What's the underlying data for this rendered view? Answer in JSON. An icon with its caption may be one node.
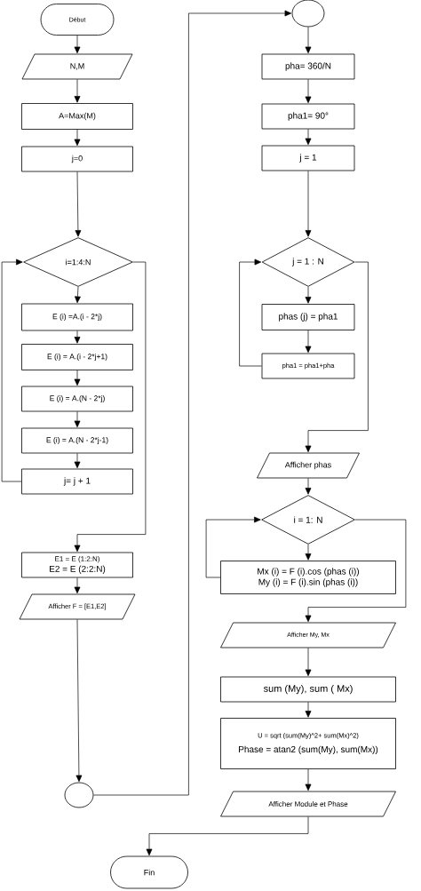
{
  "diagram": {
    "nodes": [
      {
        "text": [
          "Début"
        ]
      },
      {
        "text": [
          "N,M"
        ]
      },
      {
        "text": [
          "A=Max(M)"
        ]
      },
      {
        "text": [
          "j=0"
        ]
      },
      {
        "text": [
          "i=1:4:N"
        ]
      },
      {
        "text": [
          "E (i) =A.(i - 2*j)"
        ]
      },
      {
        "text": [
          "E (i) = A.(i - 2*j+1)"
        ]
      },
      {
        "text": [
          "E (i) = A.(N - 2*j)"
        ]
      },
      {
        "text": [
          "E (i) = A.(N - 2*j-1)"
        ]
      },
      {
        "text": [
          "j= j + 1"
        ]
      },
      {
        "text": [
          "E1 = E (1:2:N)",
          "E2 = E (2:2:N)"
        ]
      },
      {
        "text": [
          "Afficher F = [E1,E2]"
        ]
      },
      {
        "text": [],
        "shape": "circle"
      },
      {
        "text": [],
        "shape": "circle"
      },
      {
        "text": [
          "pha= 360/N"
        ]
      },
      {
        "text": [
          "pha1= 90°"
        ]
      },
      {
        "text": [
          "j = 1"
        ]
      },
      {
        "text": [
          "j = 1 : N"
        ]
      },
      {
        "text": [
          "phas (j) = pha1"
        ]
      },
      {
        "text": [
          "pha1 = pha1+pha"
        ]
      },
      {
        "text": [
          "Afficher phas"
        ]
      },
      {
        "text": [
          "i = 1: N"
        ]
      },
      {
        "text": [
          "Mx (i) = F (i).cos (phas (i))",
          "My (i) = F (i).sin (phas (i))"
        ]
      },
      {
        "text": [
          "Afficher My, Mx"
        ]
      },
      {
        "text": [
          "sum (My), sum ( Mx)"
        ]
      },
      {
        "text": [
          "U = sqrt (sum(My)^2+ sum(Mx)^2)",
          "Phase = atan2 (sum(My), sum(Mx))"
        ]
      },
      {
        "text": [
          "Afficher Module et Phase"
        ]
      },
      {
        "text": [
          "Fin"
        ]
      }
    ],
    "edges": [
      {
        "from": 0,
        "to": 1,
        "arrow": "to"
      },
      {
        "from": 1,
        "to": 2,
        "arrow": "to"
      },
      {
        "from": 2,
        "to": 3,
        "arrow": "to"
      },
      {
        "from": 3,
        "to": 4,
        "arrow": "to"
      },
      {
        "from": 4,
        "to": 5,
        "arrow": "to"
      },
      {
        "from": 5,
        "to": 6,
        "arrow": "to"
      },
      {
        "from": 6,
        "to": 7,
        "arrow": "to"
      },
      {
        "from": 7,
        "to": 8,
        "arrow": "to"
      },
      {
        "from": 8,
        "to": 9,
        "arrow": "to"
      },
      {
        "from": 9,
        "to": 4,
        "arrow": "to"
      },
      {
        "from": 4,
        "to": 10,
        "arrow": "to"
      },
      {
        "from": 10,
        "to": 11,
        "arrow": "to"
      },
      {
        "from": 11,
        "to": 12,
        "arrow": "to"
      },
      {
        "from": 12,
        "to": 13,
        "arrow": "to"
      },
      {
        "from": 13,
        "to": 14,
        "arrow": "to"
      },
      {
        "from": 14,
        "to": 15,
        "arrow": "to"
      },
      {
        "from": 15,
        "to": 16,
        "arrow": "to"
      },
      {
        "from": 16,
        "to": 17,
        "arrow": "to"
      },
      {
        "from": 17,
        "to": 18,
        "arrow": "to"
      },
      {
        "from": 18,
        "to": 19,
        "arrow": "to"
      },
      {
        "from": 19,
        "to": 17,
        "arrow": "to"
      },
      {
        "from": 17,
        "to": 20,
        "arrow": "to"
      },
      {
        "from": 20,
        "to": 21,
        "arrow": "to"
      },
      {
        "from": 21,
        "to": 22,
        "arrow": "to"
      },
      {
        "from": 22,
        "to": 21,
        "arrow": "to"
      },
      {
        "from": 21,
        "to": 23,
        "arrow": "to"
      },
      {
        "from": 23,
        "to": 24,
        "arrow": "to"
      },
      {
        "from": 24,
        "to": 25,
        "arrow": "to"
      },
      {
        "from": 25,
        "to": 26,
        "arrow": "to"
      },
      {
        "from": 26,
        "to": 27,
        "arrow": "to"
      }
    ]
  }
}
